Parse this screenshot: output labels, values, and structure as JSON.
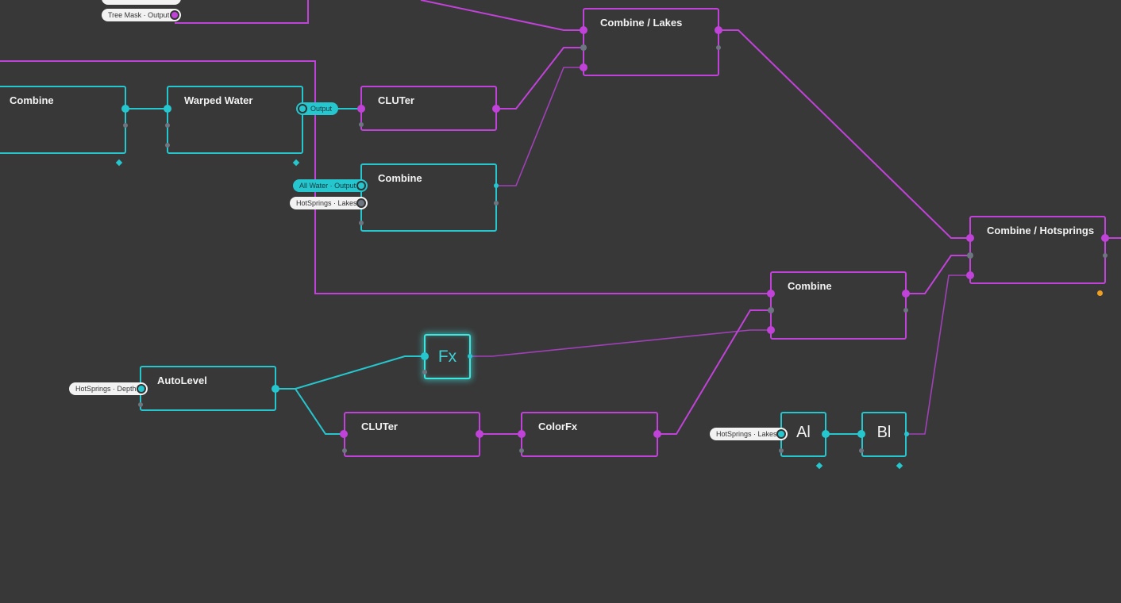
{
  "colors": {
    "background": "#383838",
    "magenta": "#c042d8",
    "cyan": "#26c6cf",
    "fx_glow": "#3ee6e0",
    "port_gray": "#6d7580",
    "orange": "#f0a020"
  },
  "nodes": {
    "combine_left": "Combine",
    "warped_water": "Warped Water",
    "cluter_top": "CLUTer",
    "combine_lakes": "Combine / Lakes",
    "combine_middle": "Combine",
    "combine_hotsprings": "Combine / Hotsprings",
    "combine_lower": "Combine",
    "fx": "Fx",
    "autolevel": "AutoLevel",
    "cluter_bottom": "CLUTer",
    "colorfx": "ColorFx",
    "al": "Al",
    "bl": "Bl"
  },
  "tags": {
    "tree_mask": "Tree Mask · Output",
    "output": "Output",
    "all_water": "All Water · Output",
    "hotsprings_lakes_1": "HotSprings · Lakes",
    "hotsprings_depth": "HotSprings · Depth",
    "hotsprings_lakes_2": "HotSprings · Lakes"
  }
}
